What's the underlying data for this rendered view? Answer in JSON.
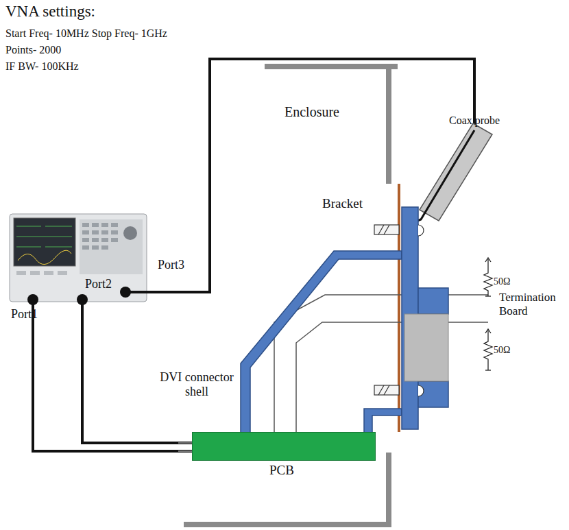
{
  "diagram": {
    "title": "VNA settings:",
    "nodes": [
      {
        "text": [
          "PCB"
        ]
      }
    ],
    "labels": [
      "Start Freq- 10MHz Stop Freq- 1GHz",
      "Points- 2000",
      "IF BW- 100KHz",
      "Enclosure",
      "Coax probe",
      "Bracket",
      "Port3",
      "Port1",
      "Port2",
      "DVI connector shell",
      "50Ω",
      "50Ω",
      "Termination Board"
    ]
  }
}
